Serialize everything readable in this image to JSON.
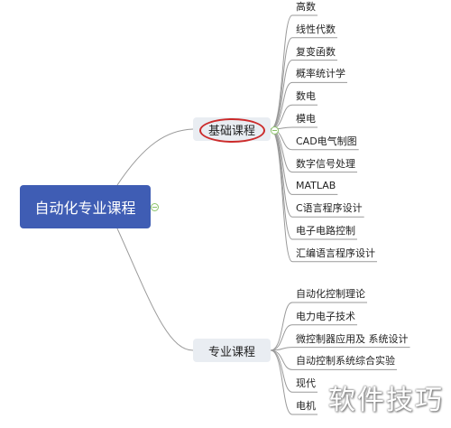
{
  "root": {
    "label": "自动化专业课程"
  },
  "branches": [
    {
      "label": "基础课程",
      "leaves": [
        "高数",
        "线性代数",
        "复变函数",
        "概率统计学",
        "数电",
        "模电",
        "CAD电气制图",
        "数字信号处理",
        "MATLAB",
        "C语言程序设计",
        "电子电路控制",
        "汇编语言程序设计"
      ]
    },
    {
      "label": "专业课程",
      "leaves": [
        "自动化控制理论",
        "电力电子技术",
        "微控制器应用及 系统设计",
        "自动控制系统综合实验",
        "现代",
        "电机"
      ]
    }
  ],
  "watermark": "软件技巧",
  "colors": {
    "root": "#3f5db4",
    "branch": "#e9edf2",
    "line": "#9a9a9a",
    "highlight": "#cc2b2b",
    "toggle": "#8cc36a"
  }
}
